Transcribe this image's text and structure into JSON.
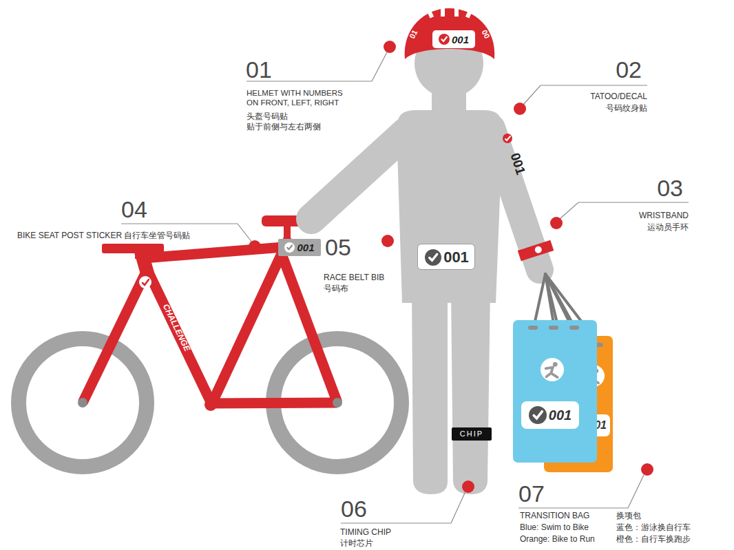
{
  "diagram": {
    "nodes": [
      {
        "text": [
          "001"
        ]
      },
      {
        "text": [
          "001"
        ]
      },
      {
        "text": [
          "001"
        ]
      },
      {
        "text": [
          "CHIP"
        ]
      },
      {
        "text": [
          "001"
        ]
      },
      {
        "text": [
          "001"
        ]
      }
    ],
    "labels": [
      "01",
      "00",
      "01",
      "HELMET WITH NUMBERS ON FRONT, LEFT, RIGHT",
      "头盔号码贴 贴于前侧与左右两侧",
      "02",
      "TATOO/DECAL",
      "号码纹身贴",
      "001",
      "03",
      "WRISTBAND",
      "运动员手环",
      "04",
      "BIKE SEAT POST STICKER 自行车坐管号码贴",
      "05",
      "RACE BELT BIB",
      "号码布",
      "CHALLENGE",
      "06",
      "TIMING CHIP",
      "计时芯片",
      "07",
      "TRANSITION BAG",
      "换项包",
      "Blue: Swim to Bike",
      "蓝色：游泳换自行车",
      "Orange: Bike to Run",
      "橙色：自行车换跑步"
    ]
  }
}
